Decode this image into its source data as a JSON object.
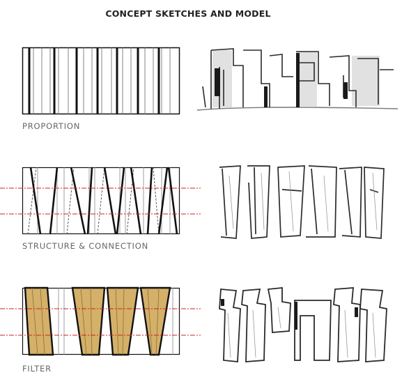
{
  "header": {
    "title": "CONCEPT SKETCHES AND MODEL"
  },
  "rows": [
    {
      "label": "PROPORTION"
    },
    {
      "label": "STRUCTURE & CONNECTION"
    },
    {
      "label": "FILTER"
    }
  ],
  "colors": {
    "ink": "#111111",
    "thin_line": "#555555",
    "axis_red": "#cc2222",
    "filter_fill": "#d4b068",
    "sketch_ink": "#2a2a2a"
  }
}
